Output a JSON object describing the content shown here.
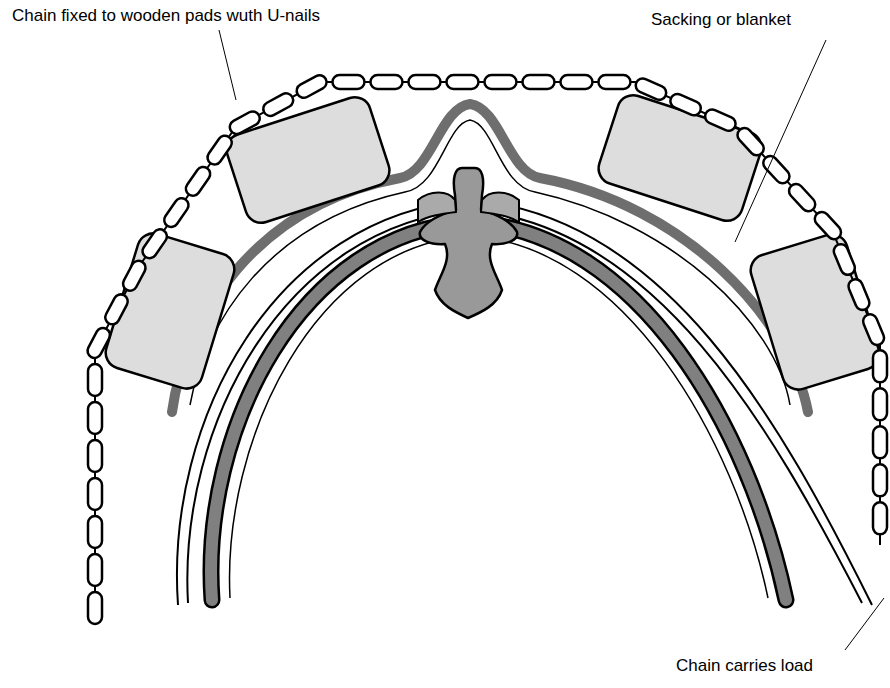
{
  "diagram": {
    "labels": [
      "Chain fixed to wooden pads wuth U-nails",
      "Sacking or blanket",
      "Chain carries load"
    ]
  }
}
